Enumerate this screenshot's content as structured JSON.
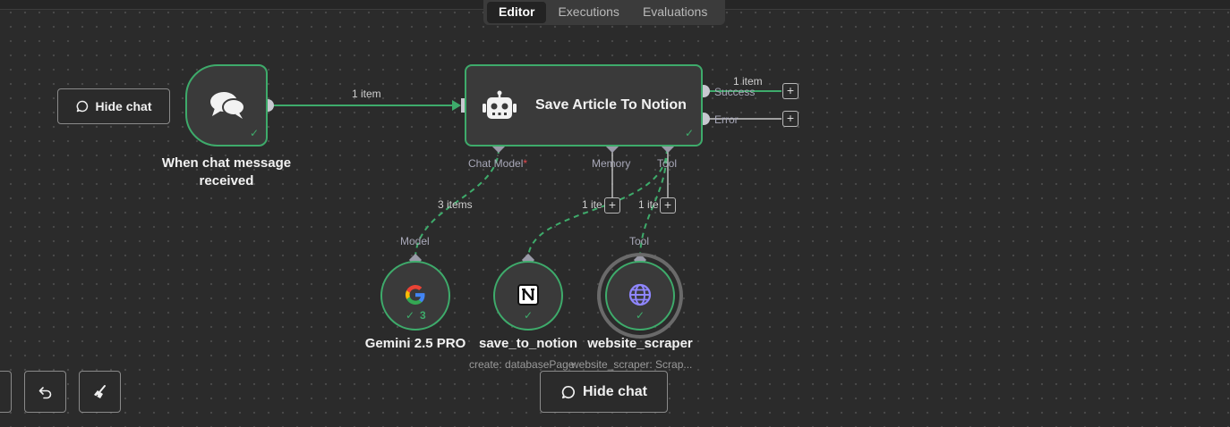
{
  "tabs": [
    {
      "label": "Editor",
      "active": true
    },
    {
      "label": "Executions",
      "active": false
    },
    {
      "label": "Evaluations",
      "active": false
    }
  ],
  "trigger": {
    "label": "When chat message received",
    "icon": "chat-bubbles-icon"
  },
  "agent": {
    "title": "Save Article To Notion",
    "icon": "robot-icon"
  },
  "ports": {
    "chat_model": "Chat Model",
    "chat_model_required": "*",
    "memory": "Memory",
    "tool": "Tool",
    "success": "Success",
    "error": "Error",
    "model": "Model",
    "tool_in": "Tool"
  },
  "edges": {
    "trigger_to_agent": "1 item",
    "success": "1 item",
    "model": "3 items",
    "notion": "1 ite",
    "scraper": "1 ite"
  },
  "nodes": {
    "gemini": {
      "label": "Gemini 2.5 PRO",
      "count": "3",
      "icon": "google-icon"
    },
    "notion": {
      "label": "save_to_notion",
      "subtitle": "create: databasePage",
      "icon": "notion-icon"
    },
    "scraper": {
      "label": "website_scraper",
      "subtitle": "website_scraper: Scrap...",
      "icon": "globe-icon"
    }
  },
  "buttons": {
    "hide_chat": "Hide chat",
    "hide_chat_bottom": "Hide chat"
  },
  "colors": {
    "background": "#2b2b2b",
    "success_green": "#3eab6b",
    "node_fill": "#3a3a3a",
    "required_red": "#e5484d",
    "globe_purple": "#8f86ff"
  }
}
